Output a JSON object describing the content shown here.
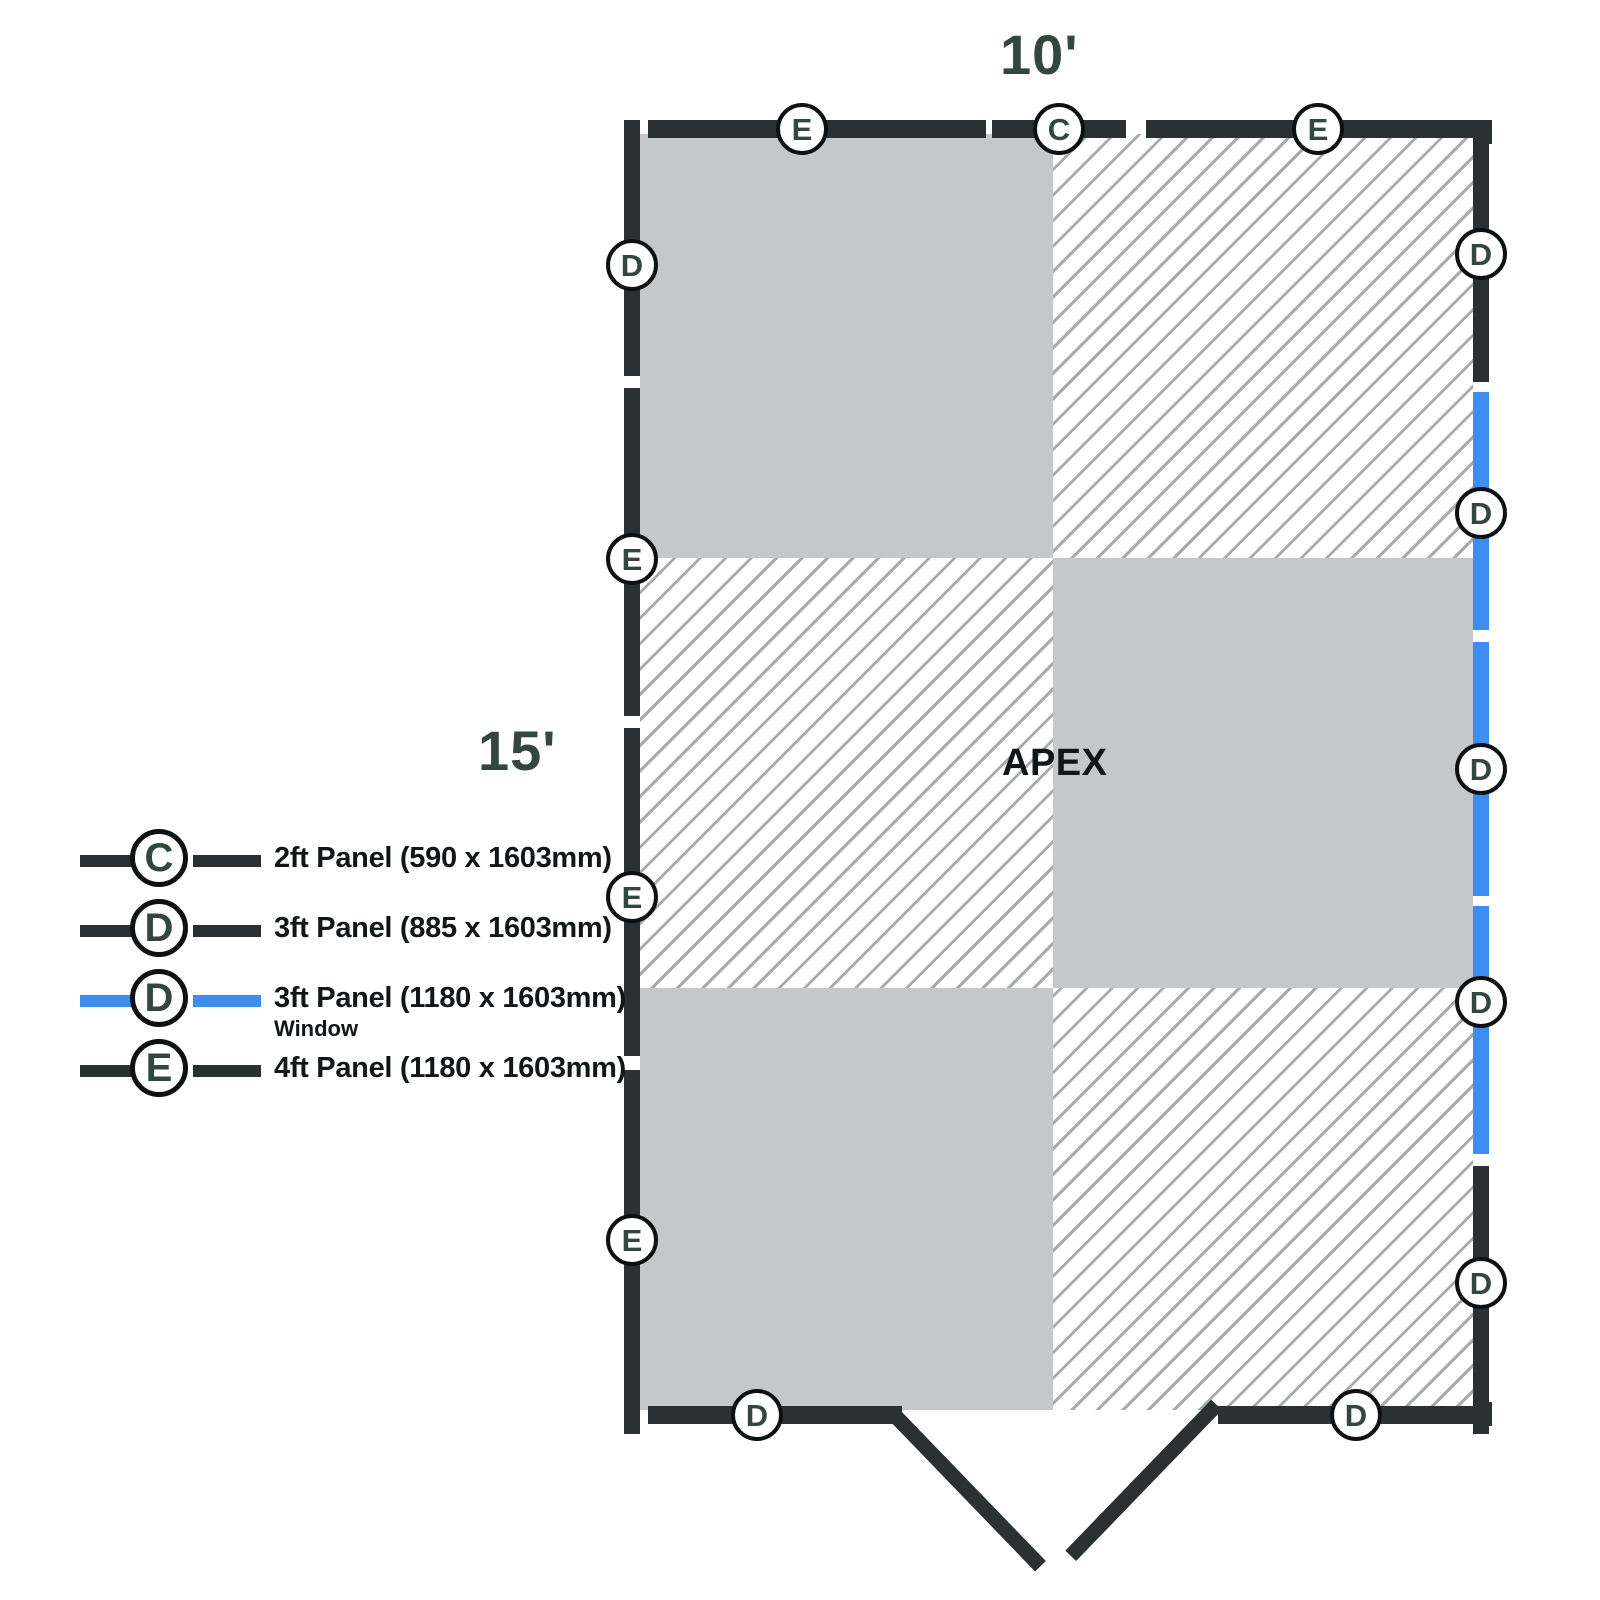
{
  "dimensions": {
    "top_label": "10'",
    "left_label": "15'"
  },
  "plan": {
    "apex_label": "APEX",
    "colors": {
      "wall": "#2b3133",
      "window": "#3d8ef0",
      "floor_solid": "#c6c7c9",
      "hatch_line": "#a8abad",
      "marker_text": "#33473f"
    },
    "markers": {
      "top": [
        "E",
        "C",
        "E"
      ],
      "left": [
        "D",
        "E",
        "E",
        "E"
      ],
      "right": [
        "D",
        "D",
        "D",
        "D",
        "D"
      ],
      "bottom": [
        "D",
        "D"
      ]
    }
  },
  "legend": {
    "items": [
      {
        "code": "C",
        "label": "2ft Panel (590 x 1603mm)",
        "sub": "",
        "color": "#2b3133"
      },
      {
        "code": "D",
        "label": "3ft Panel (885 x 1603mm)",
        "sub": "",
        "color": "#2b3133"
      },
      {
        "code": "D",
        "label": "3ft Panel (1180 x 1603mm)",
        "sub": "Window",
        "color": "#3d8ef0"
      },
      {
        "code": "E",
        "label": "4ft Panel (1180 x 1603mm)",
        "sub": "",
        "color": "#2b3133"
      }
    ]
  }
}
